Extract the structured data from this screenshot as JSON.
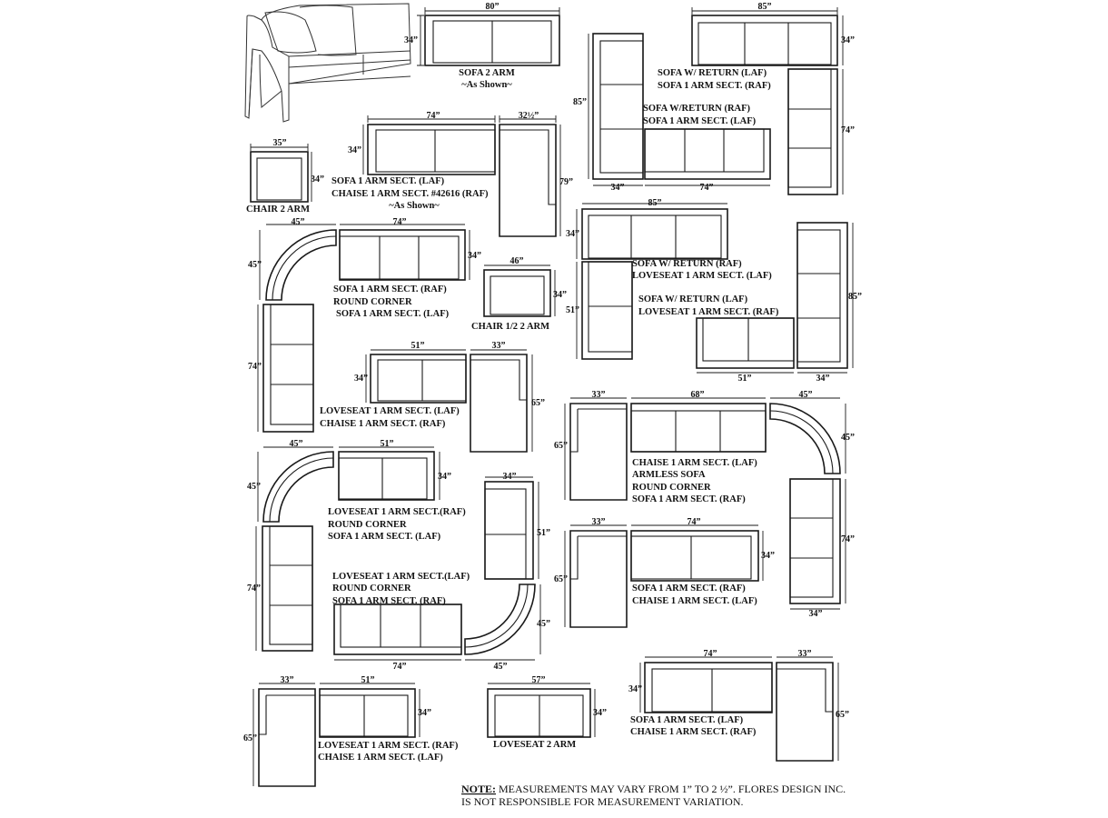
{
  "note": {
    "label": "NOTE:",
    "line1": " MEASUREMENTS MAY VARY FROM 1” TO 2 ½”. FLORES DESIGN INC.",
    "line2": "IS NOT RESPONSIBLE FOR MEASUREMENT VARIATION."
  },
  "captions": {
    "sofa_2_arm": "SOFA 2 ARM",
    "as_shown_1": "~As Shown~",
    "chair_2_arm": "CHAIR 2 ARM",
    "sofa_chaise_1": "SOFA 1 ARM SECT. (LAF)",
    "sofa_chaise_2": "CHAISE 1 ARM SECT. #42616 (RAF)",
    "as_shown_2": "~As Shown~",
    "sofa_return_laf_1": "SOFA W/ RETURN (LAF)",
    "sofa_return_laf_2": "SOFA 1 ARM SECT. (RAF)",
    "sofa_return_raf_1": "SOFA W/RETURN (RAF)",
    "sofa_return_raf_2": "SOFA 1 ARM SECT. (LAF)",
    "round_sofa_1": "SOFA 1 ARM SECT. (RAF)",
    "round_sofa_2": "ROUND CORNER",
    "round_sofa_3": "SOFA 1 ARM SECT. (LAF)",
    "chair_half": "CHAIR 1/2  2 ARM",
    "love_return_1": "SOFA W/ RETURN (RAF)",
    "love_return_2": "LOVESEAT 1 ARM SECT. (LAF)",
    "love_return_laf_1": "SOFA  W/ RETURN (LAF)",
    "love_return_laf_2": "LOVESEAT 1 ARM SECT. (RAF)",
    "love_chaise_1": "LOVESEAT 1 ARM SECT. (LAF)",
    "love_chaise_2": "CHAISE 1 ARM SECT. (RAF)",
    "chaise_armless_1": "CHAISE 1 ARM SECT. (LAF)",
    "chaise_armless_2": "ARMLESS SOFA",
    "chaise_armless_3": "ROUND CORNER",
    "chaise_armless_4": "SOFA 1 ARM SECT. (RAF)",
    "love_round_1": "LOVESEAT 1 ARM SECT.(RAF)",
    "love_round_2": "ROUND CORNER",
    "love_round_3": "SOFA 1 ARM SECT. (LAF)",
    "love_round_b_1": "LOVESEAT 1 ARM SECT.(LAF)",
    "love_round_b_2": "ROUND CORNER",
    "love_round_b_3": "SOFA 1 ARM SECT. (RAF)",
    "sofa_chaise_raf_1": "SOFA 1 ARM SECT. (RAF)",
    "sofa_chaise_raf_2": "CHAISE 1 ARM SECT. (LAF)",
    "love_chaise_b_1": "LOVESEAT 1 ARM SECT. (RAF)",
    "love_chaise_b_2": "CHAISE 1 ARM SECT. (LAF)",
    "loveseat_2_arm": "LOVESEAT 2 ARM",
    "sofa_chaise_b_1": "SOFA 1 ARM SECT. (LAF)",
    "sofa_chaise_b_2": "CHAISE 1 ARM SECT. (RAF)"
  },
  "dims": {
    "d80": "80”",
    "d85": "85”",
    "d74": "74”",
    "d34": "34”",
    "d35": "35”",
    "d32h": "32½”",
    "d79": "79”",
    "d45": "45”",
    "d46": "46”",
    "d51": "51”",
    "d33": "33”",
    "d65": "65”",
    "d68": "68”",
    "d57": "57”"
  }
}
